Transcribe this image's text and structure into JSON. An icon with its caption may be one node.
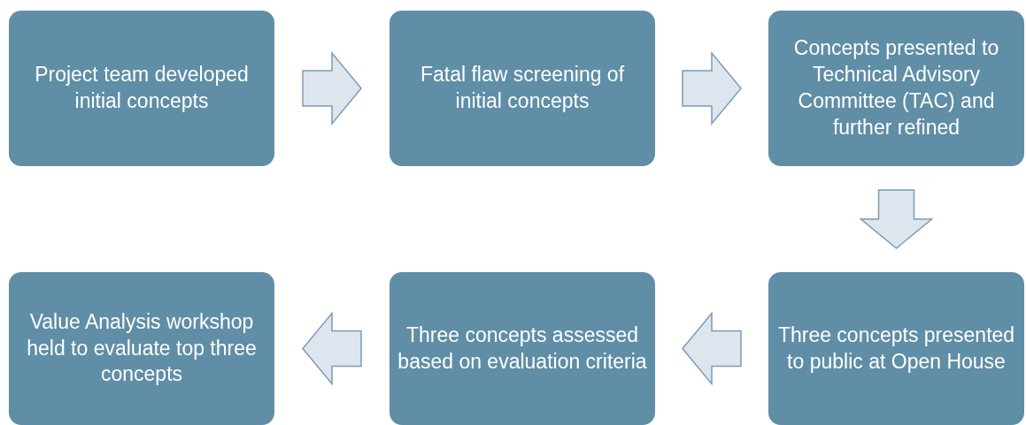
{
  "diagram": {
    "nodes": [
      {
        "text": [
          "Project team developed initial concepts"
        ]
      },
      {
        "text": [
          "Fatal flaw screening of initial concepts"
        ]
      },
      {
        "text": [
          "Concepts presented to Technical Advisory Committee (TAC) and further refined"
        ]
      },
      {
        "text": [
          "Three concepts presented to public at Open House"
        ]
      },
      {
        "text": [
          "Three concepts assessed based on evaluation criteria"
        ]
      },
      {
        "text": [
          "Value Analysis workshop held to evaluate top three concepts"
        ]
      }
    ],
    "edges": [
      {
        "from": 0,
        "to": 1,
        "arrow": "to"
      },
      {
        "from": 1,
        "to": 2,
        "arrow": "to"
      },
      {
        "from": 2,
        "to": 3,
        "arrow": "to"
      },
      {
        "from": 3,
        "to": 4,
        "arrow": "to"
      },
      {
        "from": 4,
        "to": 5,
        "arrow": "to"
      }
    ]
  }
}
